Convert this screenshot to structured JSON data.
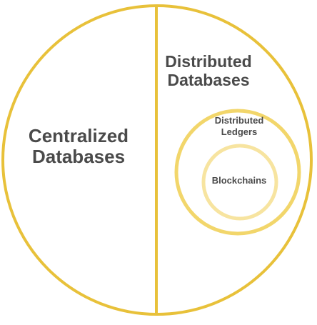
{
  "diagram": {
    "outer_label_line1": "Centralized",
    "outer_label_line2": "Databases",
    "distributed_label_line1": "Distributed",
    "distributed_label_line2": "Databases",
    "ledgers_label_line1": "Distributed",
    "ledgers_label_line2": "Ledgers",
    "blockchains_label": "Blockchains"
  },
  "colors": {
    "outer_stroke": "#e8c13a",
    "ledgers_stroke": "#f2d66b",
    "blockchains_stroke": "#f7e4a0",
    "text": "#4a4a4a",
    "background": "#ffffff"
  }
}
